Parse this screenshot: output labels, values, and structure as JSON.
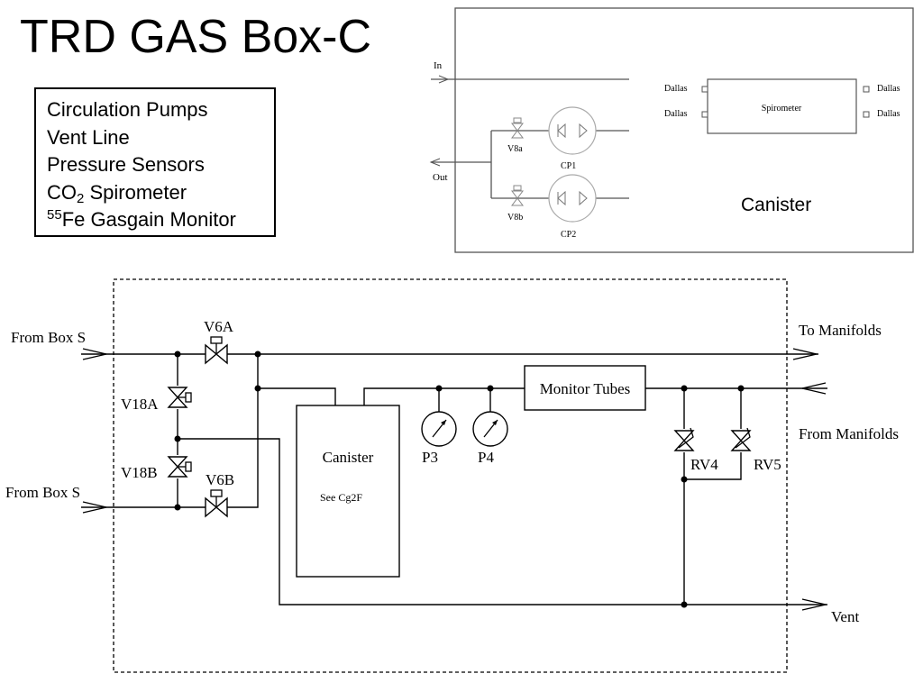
{
  "slide": {
    "title": "TRD GAS Box-C"
  },
  "features": [
    {
      "text": "Circulation Pumps"
    },
    {
      "text": "Vent Line"
    },
    {
      "text": "Pressure Sensors"
    },
    {
      "pre": "CO",
      "sub": "2",
      "post": " Spirometer"
    },
    {
      "sup": "55",
      "post": "Fe Gasgain Monitor"
    }
  ],
  "canister_diagram": {
    "in_label": "In",
    "out_label": "Out",
    "valve_top": "V8a",
    "valve_bottom": "V8b",
    "pump_top": "CP1",
    "pump_bottom": "CP2",
    "spirometer": "Spirometer",
    "dallas": [
      "Dallas",
      "Dallas",
      "Dallas",
      "Dallas"
    ],
    "caption": "Canister"
  },
  "schematic": {
    "from_box_s_top": "From Box S",
    "from_box_s_bottom": "From Box S",
    "to_manifolds": "To Manifolds",
    "from_manifolds": "From Manifolds",
    "vent": "Vent",
    "v6a": "V6A",
    "v6b": "V6B",
    "v18a": "V18A",
    "v18b": "V18B",
    "canister_title": "Canister",
    "canister_subtitle": "See Cg2F",
    "p3": "P3",
    "p4": "P4",
    "monitor_tubes": "Monitor Tubes",
    "rv4": "RV4",
    "rv5": "RV5"
  },
  "colors": {
    "line": "#000000",
    "inset_line": "#555555",
    "pump_gray": "#aaaaaa"
  }
}
